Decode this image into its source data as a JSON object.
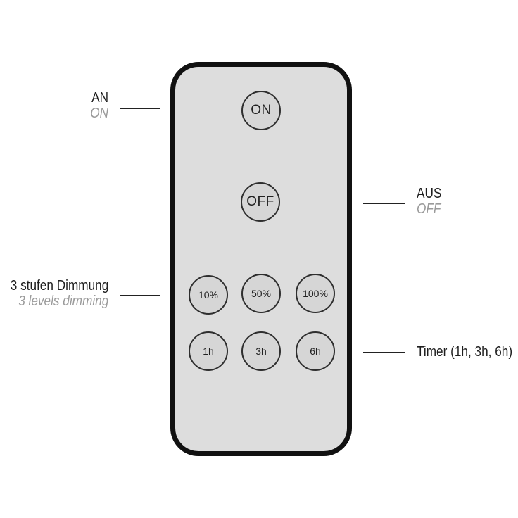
{
  "remote": {
    "buttons": {
      "on": "ON",
      "off": "OFF",
      "dim_10": "10%",
      "dim_50": "50%",
      "dim_100": "100%",
      "timer_1h": "1h",
      "timer_3h": "3h",
      "timer_6h": "6h"
    }
  },
  "callouts": {
    "on": {
      "main": "AN",
      "sub": "ON"
    },
    "off": {
      "main": "AUS",
      "sub": "OFF"
    },
    "dimming": {
      "main": "3 stufen Dimmung",
      "sub": "3 levels dimming"
    },
    "timer": {
      "main": "Timer (1h, 3h, 6h)"
    }
  },
  "colors": {
    "remote_fill": "#dddddd",
    "remote_border": "#111111",
    "button_fill": "#d6d6d6",
    "subtitle_gray": "#9a9a9a"
  }
}
